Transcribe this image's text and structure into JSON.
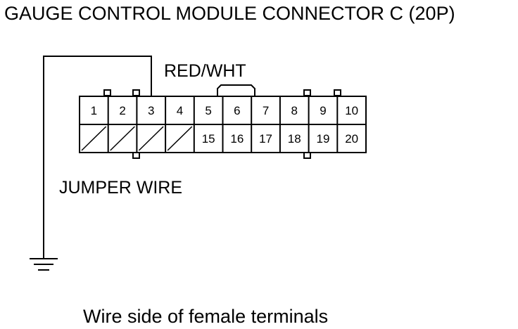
{
  "title": "GAUGE CONTROL MODULE CONNECTOR C (20P)",
  "wire_color_label": "RED/WHT",
  "jumper_label": "JUMPER WIRE",
  "caption": "Wire side of female terminals",
  "connector": {
    "top_row": [
      "1",
      "2",
      "3",
      "4",
      "5",
      "6",
      "7",
      "8",
      "9",
      "10"
    ],
    "bottom_row": [
      "",
      "",
      "",
      "",
      "15",
      "16",
      "17",
      "18",
      "19",
      "20"
    ],
    "unused_bottom_cavities": 4
  },
  "colors": {
    "line": "#000000",
    "background": "#ffffff"
  }
}
